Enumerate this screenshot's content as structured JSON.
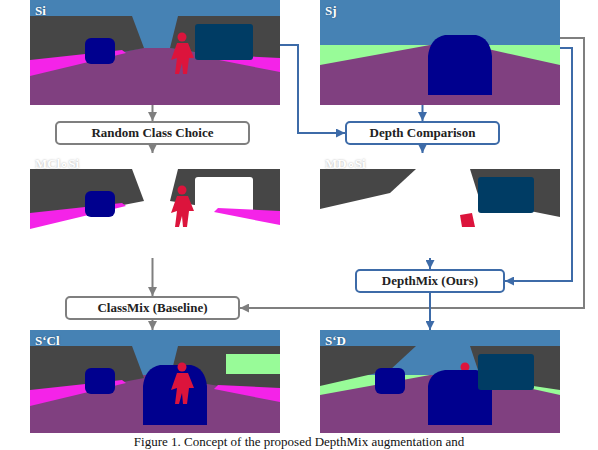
{
  "diagram": {
    "caption": "Figure 1. Concept of the proposed DepthMix augmentation and",
    "nodes": [
      {
        "text": [
          "Si"
        ]
      },
      {
        "text": [
          "Sj"
        ]
      },
      {
        "text": [
          "Random Class Choice"
        ]
      },
      {
        "text": [
          "Depth Comparison"
        ]
      },
      {
        "text": [
          "MCl∘Si"
        ]
      },
      {
        "text": [
          "MD∘Si"
        ]
      },
      {
        "text": [
          "DepthMix (Ours)"
        ]
      },
      {
        "text": [
          "ClassMix (Baseline)"
        ]
      },
      {
        "text": [
          "S‘Cl"
        ]
      },
      {
        "text": [
          "S‘D"
        ]
      }
    ],
    "edges": [
      {
        "from": 0,
        "to": 2,
        "arrow": "to"
      },
      {
        "from": 0,
        "to": 3,
        "arrow": "to"
      },
      {
        "from": 1,
        "to": 3,
        "arrow": "to"
      },
      {
        "from": 2,
        "to": 4,
        "arrow": "to"
      },
      {
        "from": 3,
        "to": 5,
        "arrow": "to"
      },
      {
        "from": 4,
        "to": 7,
        "arrow": "to"
      },
      {
        "from": 1,
        "to": 7,
        "arrow": "to"
      },
      {
        "from": 1,
        "to": 6,
        "arrow": "to"
      },
      {
        "from": 5,
        "to": 6,
        "arrow": "to"
      },
      {
        "from": 7,
        "to": 8,
        "arrow": "to"
      },
      {
        "from": 6,
        "to": 9,
        "arrow": "to"
      }
    ]
  }
}
